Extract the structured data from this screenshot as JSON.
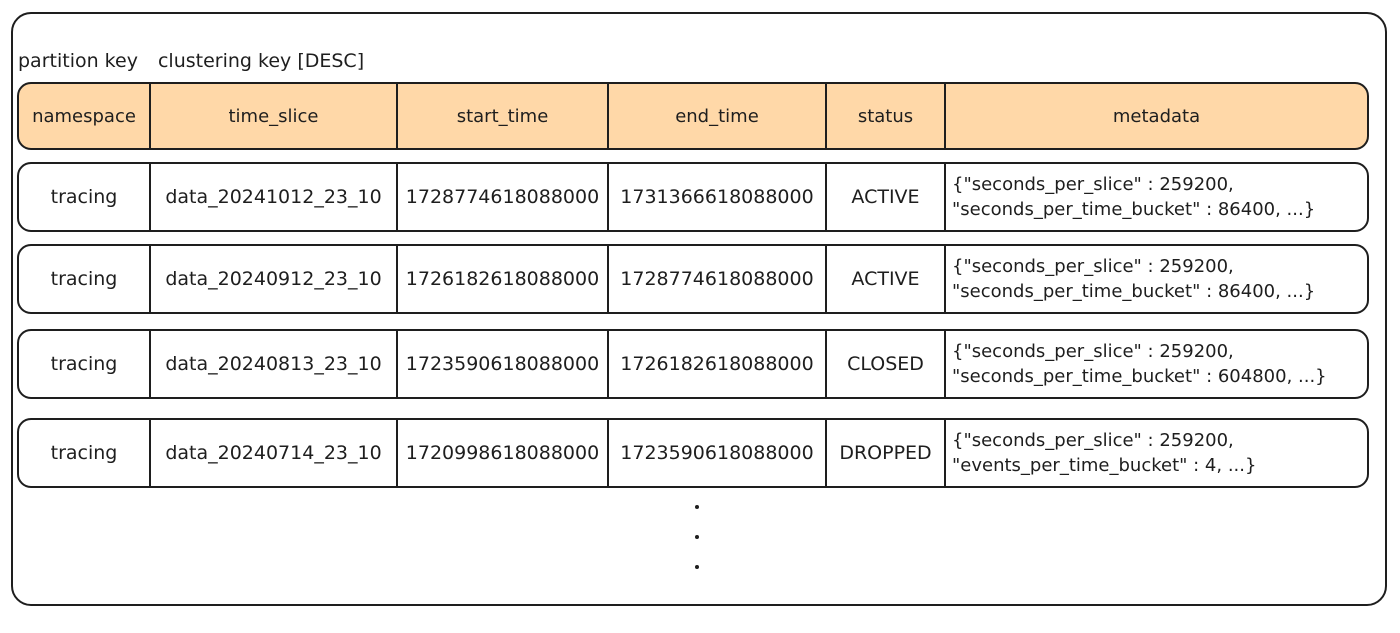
{
  "labels": {
    "partition_key": "partition key",
    "clustering_key": "clustering key [DESC]"
  },
  "table": {
    "columns": [
      "namespace",
      "time_slice",
      "start_time",
      "end_time",
      "status",
      "metadata"
    ],
    "rows": [
      {
        "namespace": "tracing",
        "time_slice": "data_20241012_23_10",
        "start_time": "1728774618088000",
        "end_time": "1731366618088000",
        "status": "ACTIVE",
        "metadata_line1": "{\"seconds_per_slice\" : 259200,",
        "metadata_line2": "\"seconds_per_time_bucket\" : 86400, ...}"
      },
      {
        "namespace": "tracing",
        "time_slice": "data_20240912_23_10",
        "start_time": "1726182618088000",
        "end_time": "1728774618088000",
        "status": "ACTIVE",
        "metadata_line1": "{\"seconds_per_slice\" : 259200,",
        "metadata_line2": "\"seconds_per_time_bucket\" : 86400, ...}"
      },
      {
        "namespace": "tracing",
        "time_slice": "data_20240813_23_10",
        "start_time": "1723590618088000",
        "end_time": "1726182618088000",
        "status": "CLOSED",
        "metadata_line1": "{\"seconds_per_slice\" : 259200,",
        "metadata_line2": "\"seconds_per_time_bucket\" : 604800, ...}"
      },
      {
        "namespace": "tracing",
        "time_slice": "data_20240714_23_10",
        "start_time": "1720998618088000",
        "end_time": "1723590618088000",
        "status": "DROPPED",
        "metadata_line1": "{\"seconds_per_slice\" : 259200,",
        "metadata_line2": "\"events_per_time_bucket\" : 4, ...}"
      }
    ]
  },
  "colors": {
    "header_fill": "#ffd8a8",
    "stroke": "#1e1e1e"
  }
}
